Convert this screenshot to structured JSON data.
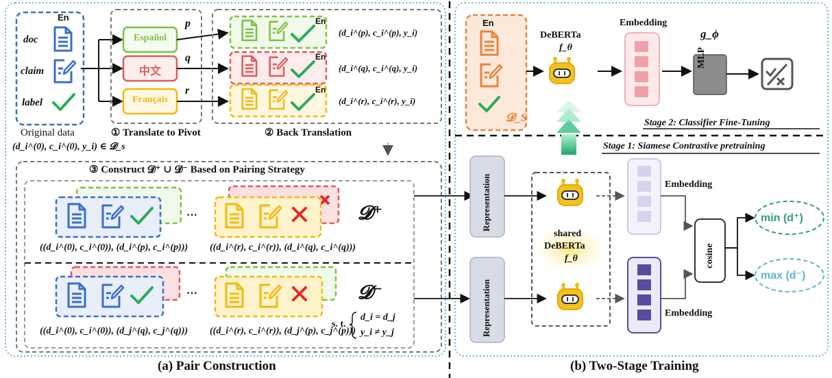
{
  "left_panel": {
    "caption": "(a) Pair Construction",
    "original": {
      "lang_badge": "En",
      "doc_label": "doc",
      "claim_label": "claim",
      "label_label": "label",
      "caption": "Original data",
      "tuple": "(d_i^(0), c_i^(0), y_i) ∈ 𝓓_s"
    },
    "pivots": [
      {
        "name": "Español",
        "symbol": "p",
        "color": "#7dc243"
      },
      {
        "name": "中文",
        "symbol": "q",
        "color": "#e05a5a"
      },
      {
        "name": "Français",
        "symbol": "r",
        "color": "#f2b90f"
      }
    ],
    "back_tuples": [
      "(d_i^(p), c_i^(p), y_i)",
      "(d_i^(q), c_i^(q), y_i)",
      "(d_i^(r), c_i^(r), y_i)"
    ],
    "back_badge": "En",
    "step1": "① Translate to Pivot",
    "step2": "② Back Translation",
    "step3": "③ Construct 𝓓⁺ ∪ 𝓓⁻ Based on Pairing Strategy",
    "ellipsis": "···",
    "dplus": "𝓓⁺",
    "dminus": "𝓓⁻",
    "pos_pair1": "((d_i^(0), c_i^(0)), (d_i^(p), c_i^(p)))",
    "pos_pair2": "((d_i^(r), c_i^(r)), (d_i^(q), c_i^(q)))",
    "neg_pair1": "((d_i^(0), c_i^(0)), (d_j^(q), c_j^(q)))",
    "neg_pair2": "((d_i^(r), c_i^(r)), (d_j^(p), c_j^(p)))",
    "st_label": "s. t.",
    "st_cond1": "d_i = d_j",
    "st_cond2": "y_i ≠ y_j"
  },
  "right_panel": {
    "caption": "(b) Two-Stage Training",
    "stage2_title": "Stage 2: Classifier Fine-Tuning",
    "stage1_title": "Stage 1: Siamese Contrastive pretraining",
    "ds_badge": "En",
    "ds_label": "𝓓_S",
    "deberta_label": "DeBERTa",
    "f_theta": "f_θ",
    "embedding_top": "Embedding",
    "g_phi": "g_ϕ",
    "mlp": "MLP",
    "representation": "Representation",
    "embedding_1": "Embedding",
    "embedding_2": "Embedding",
    "shared_label": "shared",
    "shared_deberta": "DeBERTa",
    "shared_f": "f_θ",
    "cosine": "cosine",
    "min_label": "min (d⁺)",
    "max_label": "max (d⁻)"
  },
  "colors": {
    "blue": "#3a6fc4",
    "green": "#7dc243",
    "red": "#e05a5a",
    "yellow": "#f2b90f",
    "orange": "#e8843a",
    "teal": "#3aa6a6",
    "purple": "#5a4aa0",
    "pink": "#f0a0a8"
  }
}
